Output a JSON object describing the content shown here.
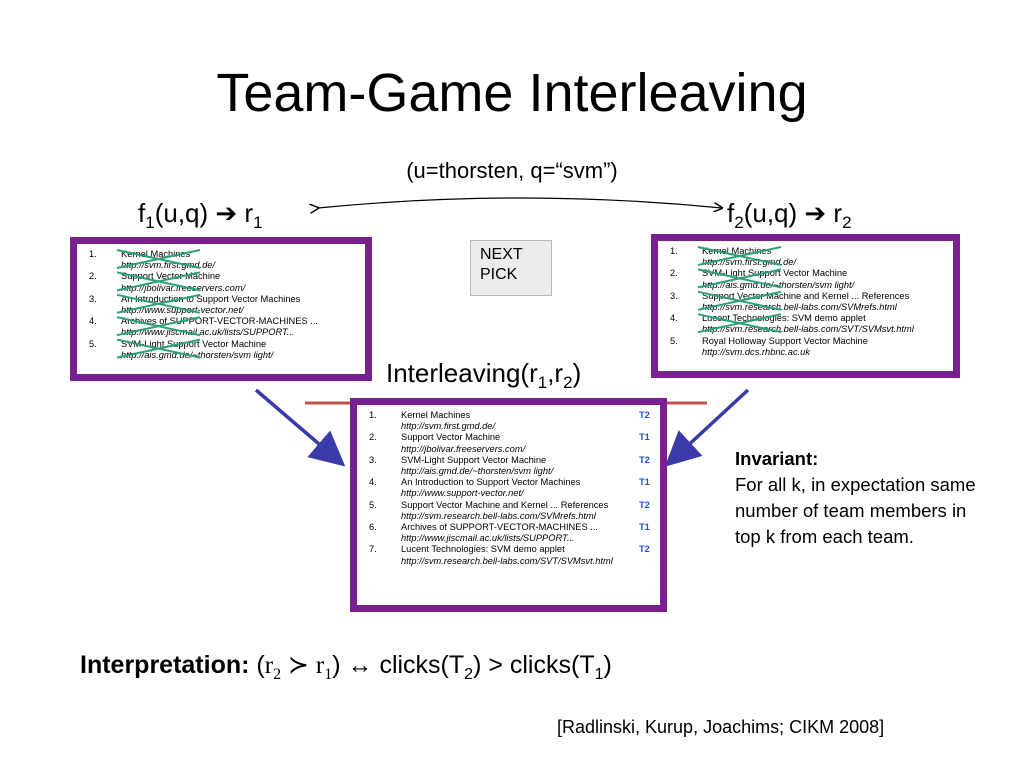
{
  "slide": {
    "title": "Team-Game Interleaving",
    "query_label": "(u=thorsten, q=“svm”)",
    "left_label": {
      "f": "f",
      "f_sub": "1",
      "args": "(u,q) ",
      "r": "r",
      "r_sub": "1"
    },
    "right_label": {
      "f": "f",
      "f_sub": "2",
      "args": "(u,q) ",
      "r": "r",
      "r_sub": "2"
    },
    "arrow_glyph": "➔",
    "next_pick": [
      "NEXT",
      "PICK"
    ],
    "interleaving_label": {
      "text": "Interleaving(r",
      "sub1": "1",
      "comma": ",r",
      "sub2": "2",
      "close": ")"
    },
    "invariant": {
      "heading": "Invariant:",
      "body": "For all k, in expectation same number of team members in top k from each team."
    },
    "interpretation": {
      "label": "Interpretation:",
      "open": " (",
      "r2": "r",
      "r2_sub": "2",
      "succ": " ≻ ",
      "r1": "r",
      "r1_sub": "1",
      "mid": ") ↔ clicks(T",
      "t2_sub": "2",
      "gt": ") > clicks(T",
      "t1_sub": "1",
      "end": ")"
    },
    "citation": "[Radlinski, Kurup, Joachims; CIKM 2008]"
  },
  "ranking_r1": [
    {
      "num": "1.",
      "title": "Kernel Machines",
      "url": "http://svm.first.gmd.de/"
    },
    {
      "num": "2.",
      "title": "Support Vector Machine",
      "url": "http://jbolivar.freeservers.com/"
    },
    {
      "num": "3.",
      "title": "An Introduction to Support Vector Machines",
      "url": "http://www.support-vector.net/"
    },
    {
      "num": "4.",
      "title": "Archives of SUPPORT-VECTOR-MACHINES ...",
      "url": "http://www.jiscmail.ac.uk/lists/SUPPORT..."
    },
    {
      "num": "5.",
      "title": "SVM-Light Support Vector Machine",
      "url": "http://ais.gmd.de/~thorsten/svm light/"
    }
  ],
  "ranking_r2": [
    {
      "num": "1.",
      "title": "Kernel Machines",
      "url": "http://svm.first.gmd.de/"
    },
    {
      "num": "2.",
      "title": "SVM-Light Support Vector Machine",
      "url": "http://ais.gmd.de/~thorsten/svm light/"
    },
    {
      "num": "3.",
      "title": "Support Vector Machine and Kernel ... References",
      "url": "http://svm.research.bell-labs.com/SVMrefs.html"
    },
    {
      "num": "4.",
      "title": "Lucent Technologies: SVM demo applet",
      "url": "http://svm.research.bell-labs.com/SVT/SVMsvt.html"
    },
    {
      "num": "5.",
      "title": "Royal Holloway Support Vector Machine",
      "url": "http://svm.dcs.rhbnc.ac.uk"
    }
  ],
  "ranking_interleaved": [
    {
      "num": "1.",
      "title": "Kernel Machines",
      "url": "http://svm.first.gmd.de/",
      "team": "T2"
    },
    {
      "num": "2.",
      "title": "Support Vector Machine",
      "url": "http://jbolivar.freeservers.com/",
      "team": "T1"
    },
    {
      "num": "3.",
      "title": "SVM-Light Support Vector Machine",
      "url": "http://ais.gmd.de/~thorsten/svm light/",
      "team": "T2"
    },
    {
      "num": "4.",
      "title": "An Introduction to Support Vector Machines",
      "url": "http://www.support-vector.net/",
      "team": "T1"
    },
    {
      "num": "5.",
      "title": "Support Vector Machine and Kernel ... References",
      "url": "http://svm.research.bell-labs.com/SVMrefs.html",
      "team": "T2"
    },
    {
      "num": "6.",
      "title": "Archives of SUPPORT-VECTOR-MACHINES ...",
      "url": "http://www.jiscmail.ac.uk/lists/SUPPORT...",
      "team": "T1"
    },
    {
      "num": "7.",
      "title": "Lucent Technologies: SVM demo applet",
      "url": "http://svm.research.bell-labs.com/SVT/SVMsvt.html",
      "team": "T2"
    }
  ],
  "colors": {
    "box_border": "#7a1f8f",
    "arrow": "#3a3aa8",
    "cutoff_line": "#c0504d",
    "team_label": "#1f4fd6",
    "cross": "#2aa07c"
  }
}
